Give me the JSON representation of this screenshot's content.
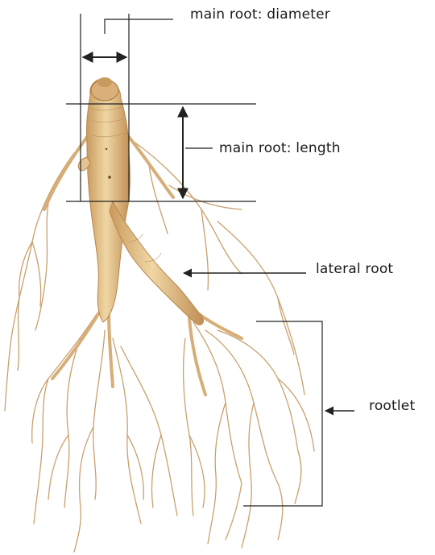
{
  "labels": {
    "diameter": "main root: diameter",
    "length": "main root: length",
    "lateral": "lateral root",
    "rootlet": "rootlet"
  },
  "colors": {
    "root_body": "#e9c891",
    "root_shade": "#c99a5e",
    "root_dark": "#9c6b3c",
    "rootlet": "#c89a66",
    "annotation_line": "#222222"
  },
  "icons": {
    "diameter_arrow": "double-headed-horizontal-arrow",
    "length_arrow": "double-headed-vertical-arrow",
    "lateral_arrow": "left-pointing-arrow",
    "rootlet_arrow": "left-pointing-arrow"
  }
}
